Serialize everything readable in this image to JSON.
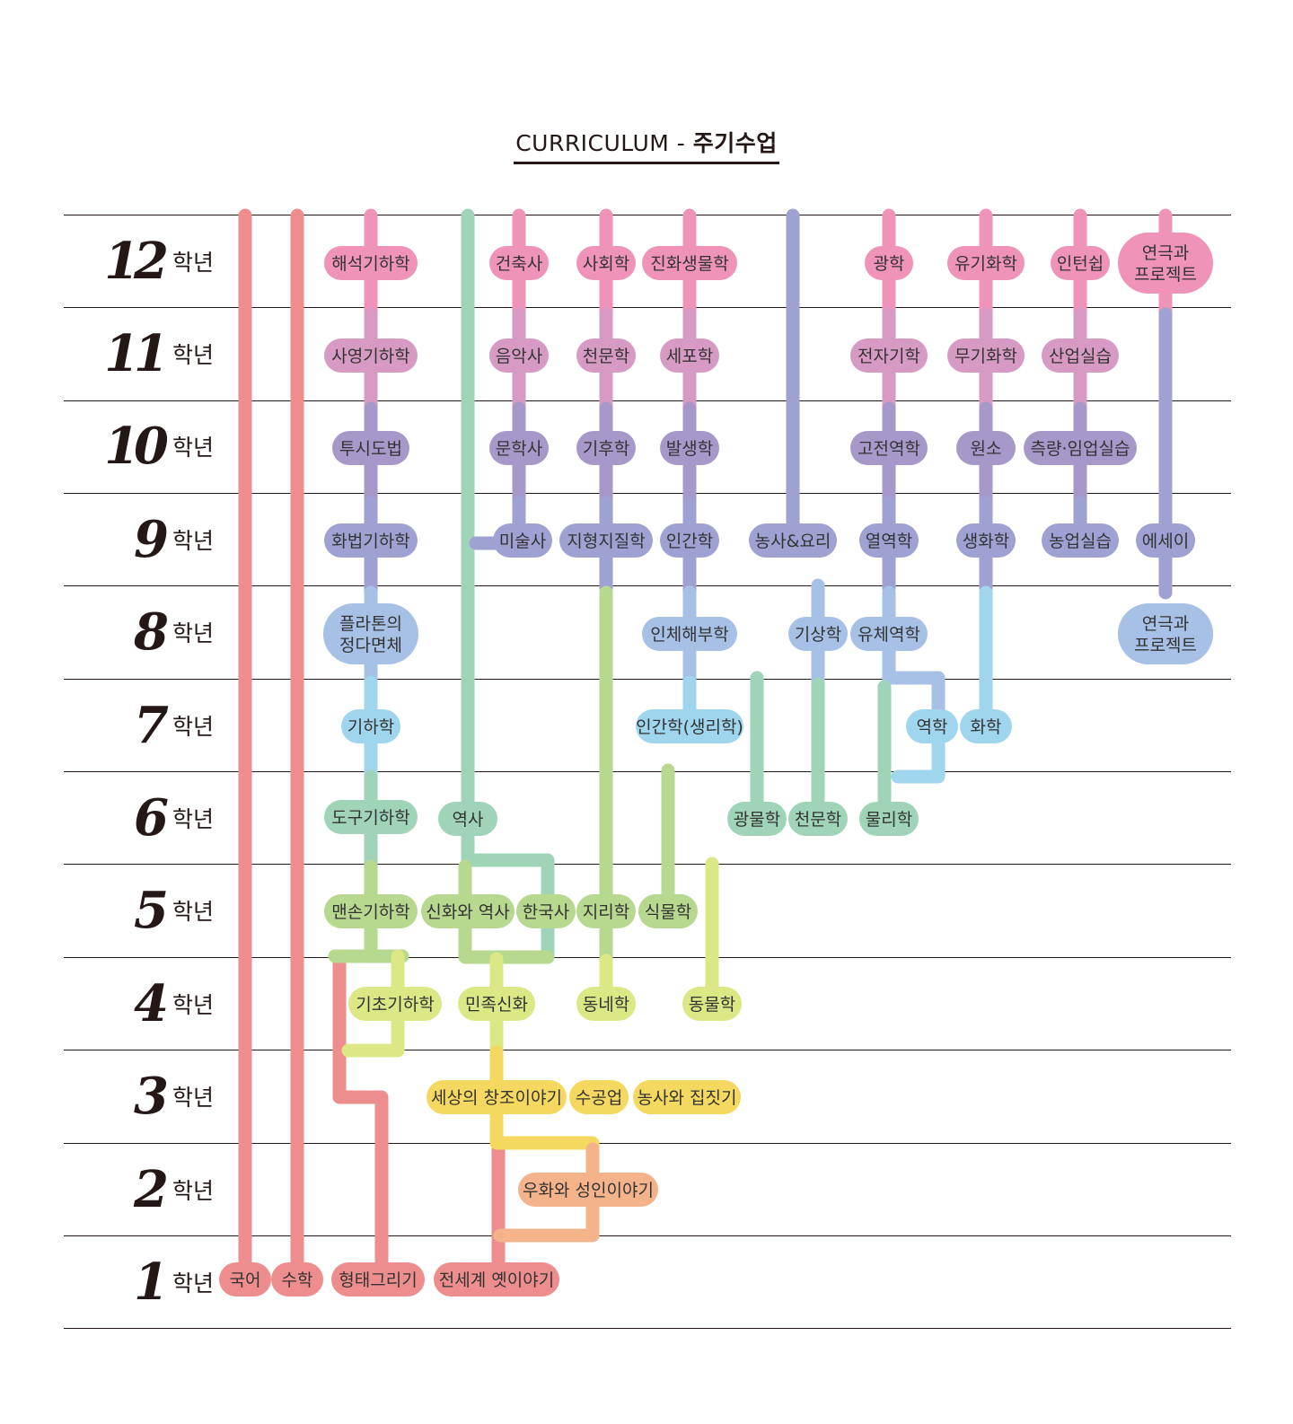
{
  "title": {
    "prefix": "CURRICULUM  - ",
    "bold": "주기수업"
  },
  "grade_suffix": "학년",
  "grades": [
    "12",
    "11",
    "10",
    "9",
    "8",
    "7",
    "6",
    "5",
    "4",
    "3",
    "2",
    "1"
  ],
  "colors": {
    "red": "#ee8d8d",
    "pink": "#ef94b8",
    "mauve": "#d79ac4",
    "purple": "#a699ca",
    "slate": "#9fa1d3",
    "lightblue": "#a6c0e6",
    "sky": "#9fd6ee",
    "mint": "#9fd4b9",
    "lime": "#b6d88f",
    "yellowlime": "#dce786",
    "yellow": "#f5d85f",
    "peach": "#f4b38b",
    "line": "#231815"
  },
  "subjects": [
    {
      "label": "해석기하학",
      "color": "pink"
    },
    {
      "label": "건축사",
      "color": "pink"
    },
    {
      "label": "사회학",
      "color": "pink"
    },
    {
      "label": "진화생물학",
      "color": "pink"
    },
    {
      "label": "광학",
      "color": "pink"
    },
    {
      "label": "유기화학",
      "color": "pink"
    },
    {
      "label": "인턴쉽",
      "color": "pink"
    },
    {
      "label": "연극과\n프로젝트",
      "color": "pink"
    },
    {
      "label": "사영기하학",
      "color": "mauve"
    },
    {
      "label": "음악사",
      "color": "mauve"
    },
    {
      "label": "천문학",
      "color": "mauve"
    },
    {
      "label": "세포학",
      "color": "mauve"
    },
    {
      "label": "전자기학",
      "color": "mauve"
    },
    {
      "label": "무기화학",
      "color": "mauve"
    },
    {
      "label": "산업실습",
      "color": "mauve"
    },
    {
      "label": "투시도법",
      "color": "purple"
    },
    {
      "label": "문학사",
      "color": "purple"
    },
    {
      "label": "기후학",
      "color": "purple"
    },
    {
      "label": "발생학",
      "color": "purple"
    },
    {
      "label": "고전역학",
      "color": "purple"
    },
    {
      "label": "원소",
      "color": "purple"
    },
    {
      "label": "측량·임업실습",
      "color": "purple"
    },
    {
      "label": "화법기하학",
      "color": "slate"
    },
    {
      "label": "미술사",
      "color": "slate"
    },
    {
      "label": "지형지질학",
      "color": "slate"
    },
    {
      "label": "인간학",
      "color": "slate"
    },
    {
      "label": "농사&요리",
      "color": "slate"
    },
    {
      "label": "열역학",
      "color": "slate"
    },
    {
      "label": "생화학",
      "color": "slate"
    },
    {
      "label": "농업실습",
      "color": "slate"
    },
    {
      "label": "에세이",
      "color": "slate"
    },
    {
      "label": "플라톤의\n정다면체",
      "color": "lightblue"
    },
    {
      "label": "인체해부학",
      "color": "lightblue"
    },
    {
      "label": "기상학",
      "color": "lightblue"
    },
    {
      "label": "유체역학",
      "color": "lightblue"
    },
    {
      "label": "연극과\n프로젝트",
      "color": "lightblue"
    },
    {
      "label": "기하학",
      "color": "sky"
    },
    {
      "label": "인간학(생리학)",
      "color": "sky"
    },
    {
      "label": "역학",
      "color": "sky"
    },
    {
      "label": "화학",
      "color": "sky"
    },
    {
      "label": "도구기하학",
      "color": "mint"
    },
    {
      "label": "역사",
      "color": "mint"
    },
    {
      "label": "광물학",
      "color": "mint"
    },
    {
      "label": "천문학",
      "color": "mint"
    },
    {
      "label": "물리학",
      "color": "mint"
    },
    {
      "label": "맨손기하학",
      "color": "lime"
    },
    {
      "label": "신화와 역사",
      "color": "lime"
    },
    {
      "label": "한국사",
      "color": "lime"
    },
    {
      "label": "지리학",
      "color": "lime"
    },
    {
      "label": "식물학",
      "color": "lime"
    },
    {
      "label": "기초기하학",
      "color": "yellowlime"
    },
    {
      "label": "민족신화",
      "color": "yellowlime"
    },
    {
      "label": "동네학",
      "color": "yellowlime"
    },
    {
      "label": "동물학",
      "color": "yellowlime"
    },
    {
      "label": "세상의 창조이야기",
      "color": "yellow"
    },
    {
      "label": "수공업",
      "color": "yellow"
    },
    {
      "label": "농사와 집짓기",
      "color": "yellow"
    },
    {
      "label": "우화와 성인이야기",
      "color": "peach"
    },
    {
      "label": "국어",
      "color": "red"
    },
    {
      "label": "수학",
      "color": "red"
    },
    {
      "label": "형태그리기",
      "color": "red"
    },
    {
      "label": "전세계 옛이야기",
      "color": "red"
    }
  ]
}
